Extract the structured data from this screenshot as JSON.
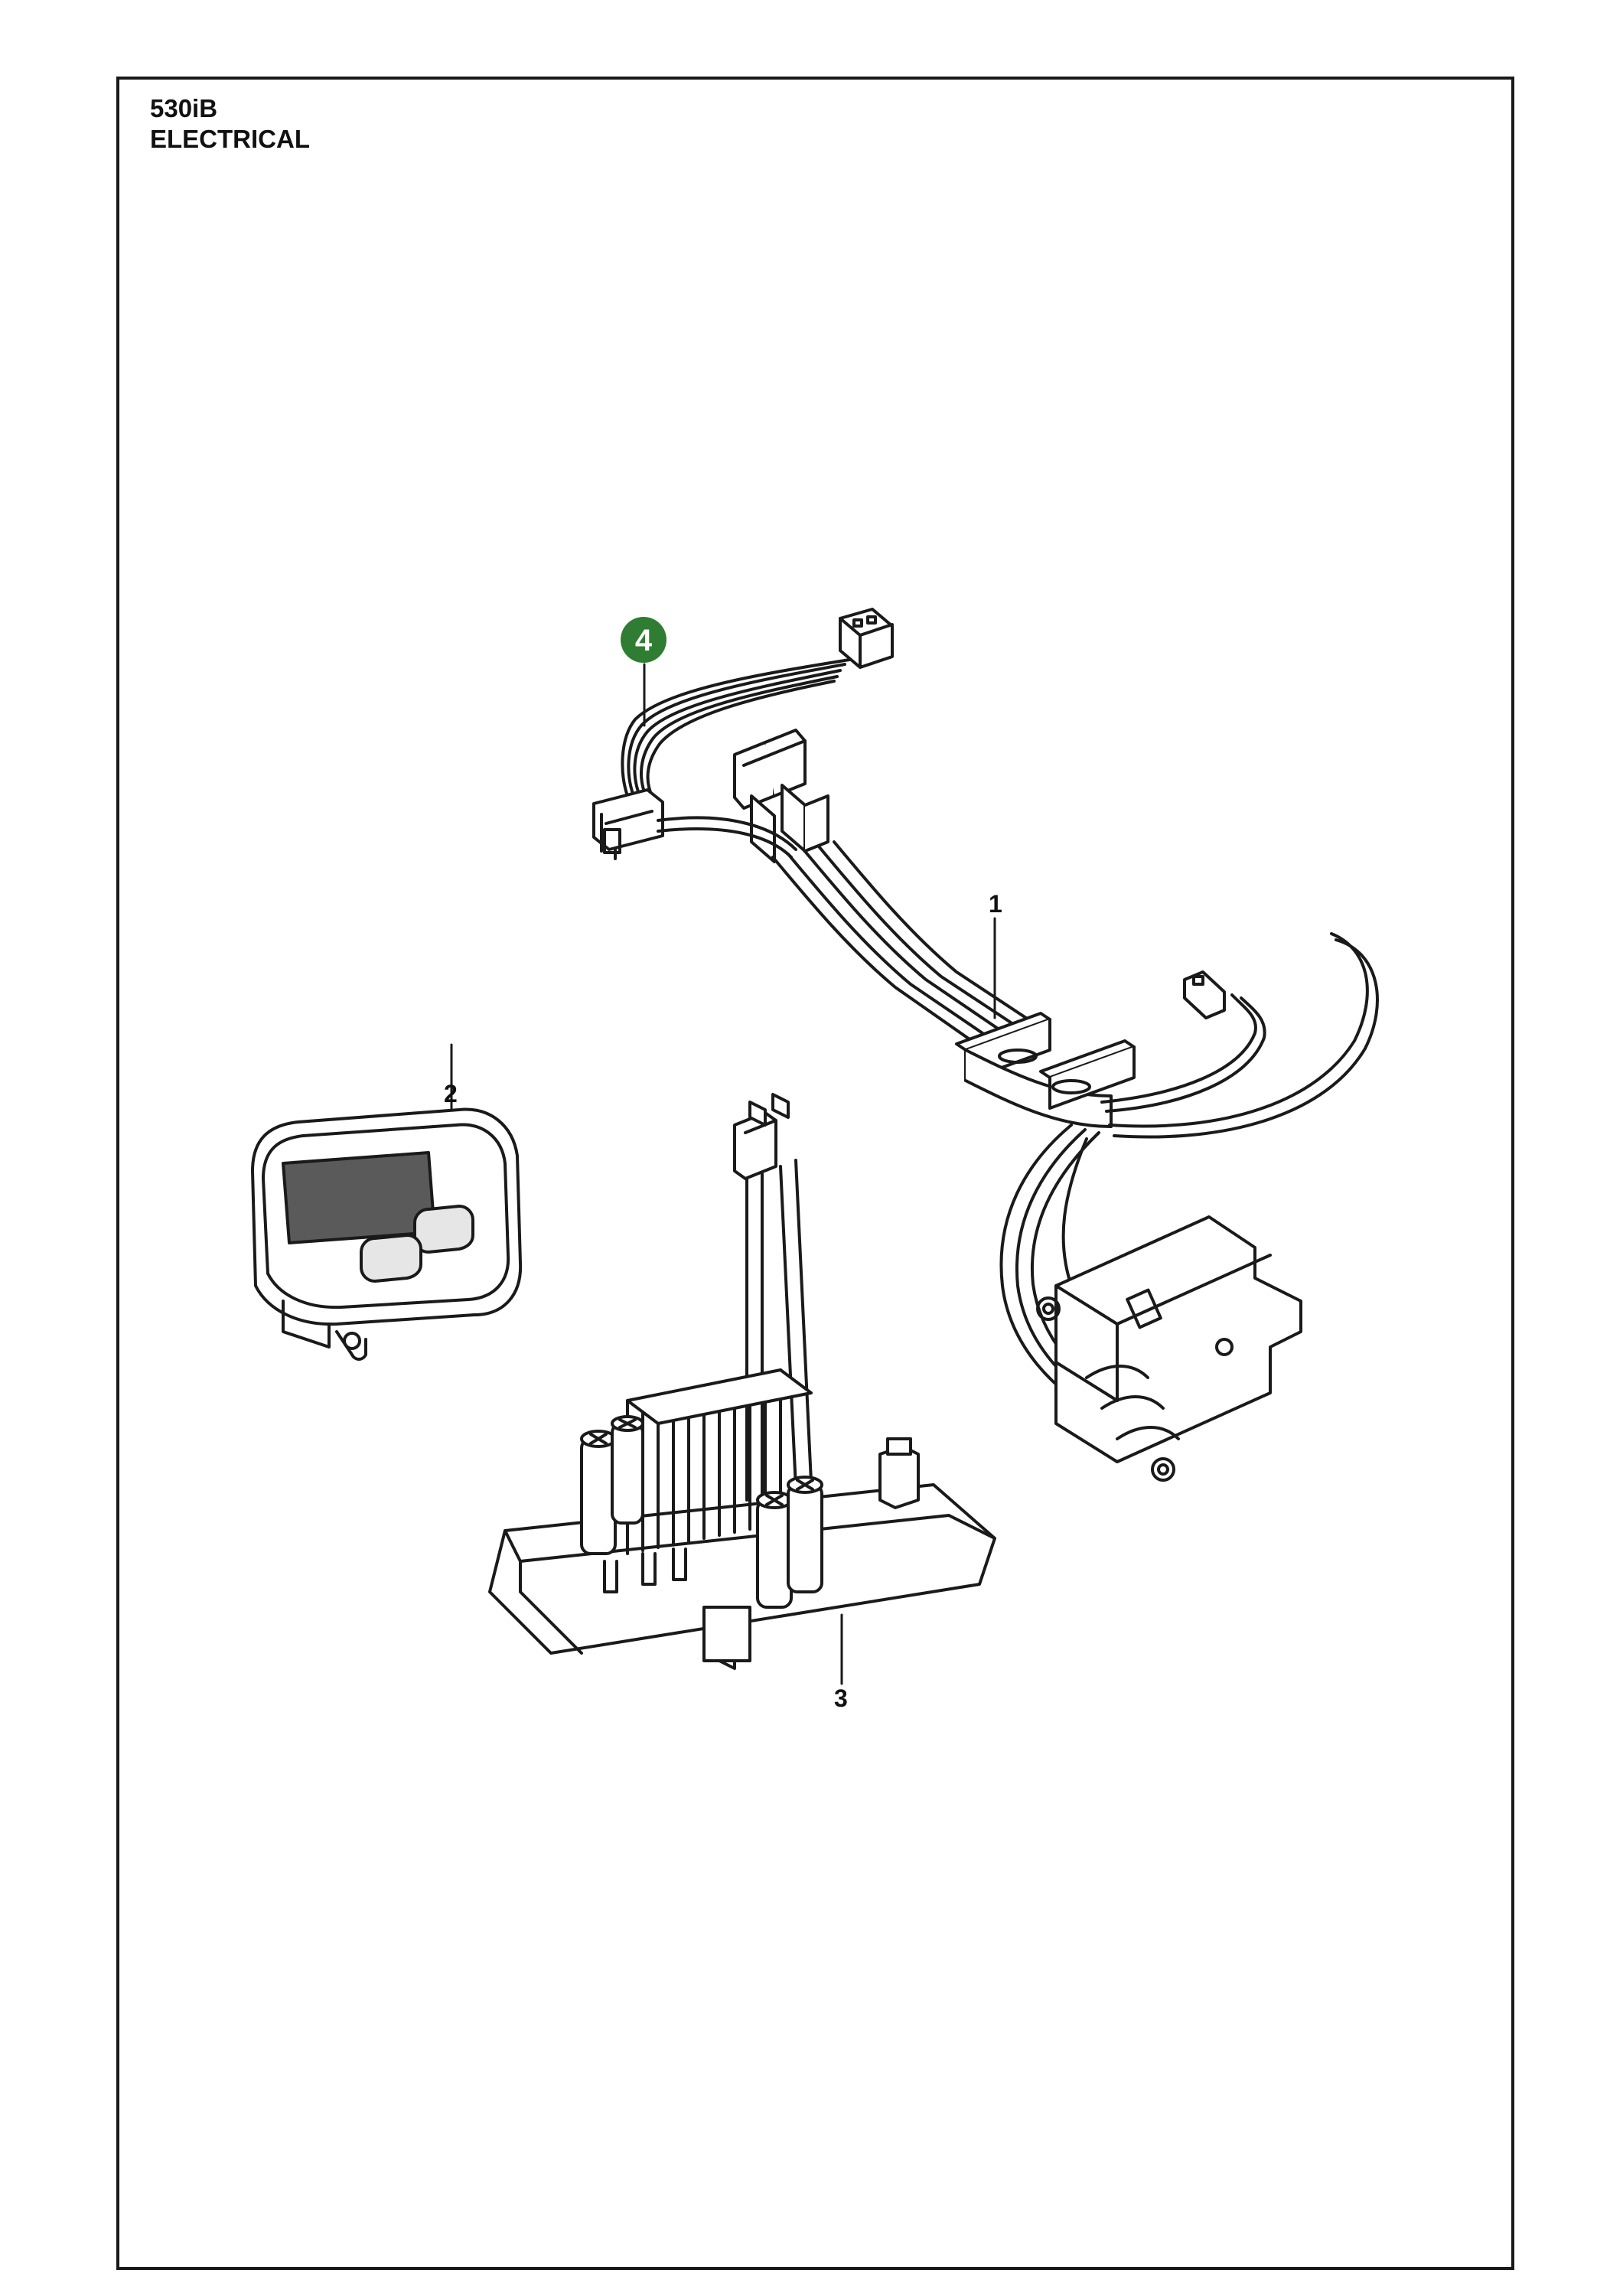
{
  "header": {
    "model": "530iB",
    "section": "ELECTRICAL"
  },
  "callouts": [
    {
      "id": "1",
      "part": "wiring-harness"
    },
    {
      "id": "2",
      "part": "control-panel"
    },
    {
      "id": "3",
      "part": "motor-controller"
    },
    {
      "id": "4",
      "part": "wire-harness-branch",
      "highlighted": true
    }
  ],
  "colors": {
    "line": "#1a1a1a",
    "badge": "#2e7d32",
    "screen": "#555555"
  }
}
